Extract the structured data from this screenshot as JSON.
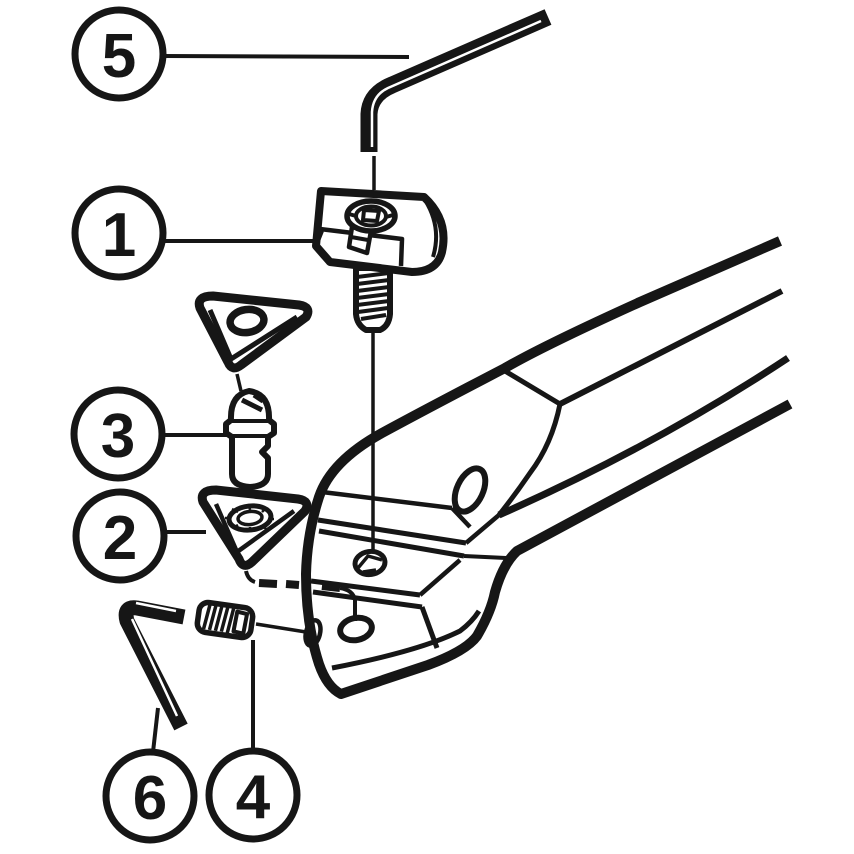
{
  "figure": {
    "kind": "exploded-view-technical-line-drawing",
    "subject": "turning-tool-holder-with-insert-clamp-assembly",
    "ink_color": "#161616",
    "background_color": "#ffffff",
    "callouts": [
      {
        "number": "5",
        "points_to": "large-hex-key"
      },
      {
        "number": "1",
        "points_to": "clamp-with-screw"
      },
      {
        "number": "3",
        "points_to": "lock-pin"
      },
      {
        "number": "2",
        "points_to": "shim-seat"
      },
      {
        "number": "6",
        "points_to": "small-hex-key"
      },
      {
        "number": "4",
        "points_to": "shim-screw"
      }
    ]
  }
}
